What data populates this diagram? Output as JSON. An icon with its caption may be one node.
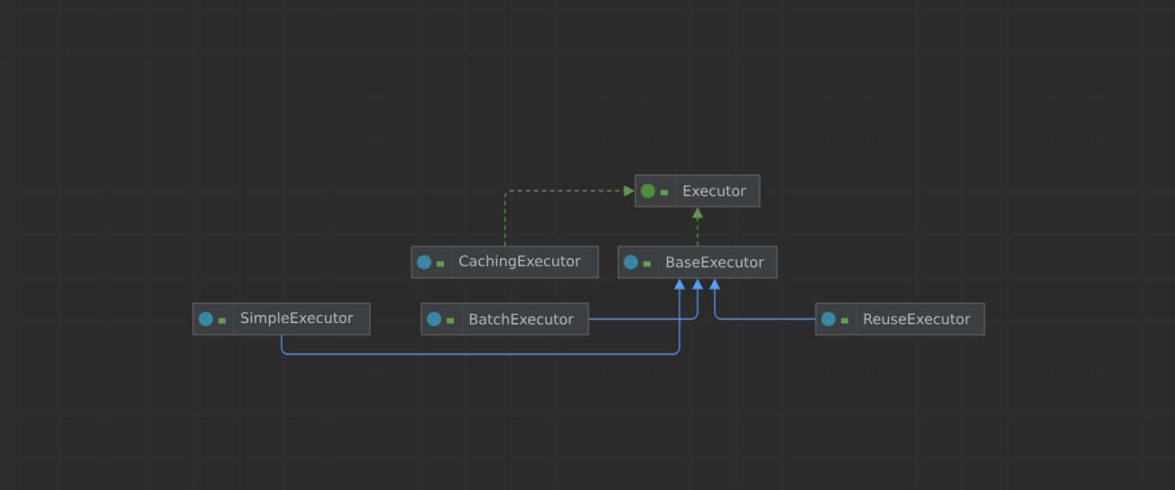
{
  "diagram": {
    "nodes": [
      {
        "text": [
          "Executor"
        ]
      },
      {
        "text": [
          "CachingExecutor"
        ]
      },
      {
        "text": [
          "BaseExecutor"
        ]
      },
      {
        "text": [
          "SimpleExecutor"
        ]
      },
      {
        "text": [
          "BatchExecutor"
        ]
      },
      {
        "text": [
          "ReuseExecutor"
        ]
      }
    ],
    "edges": [
      {
        "from": 1,
        "to": 0,
        "arrow": "to",
        "style": "dashed",
        "color": "#5f9a4e"
      },
      {
        "from": 2,
        "to": 0,
        "arrow": "to",
        "style": "dashed",
        "color": "#5f9a4e"
      },
      {
        "from": 3,
        "to": 2,
        "arrow": "to"
      },
      {
        "from": 4,
        "to": 2,
        "arrow": "to"
      },
      {
        "from": 5,
        "to": 2,
        "arrow": "to"
      }
    ]
  }
}
